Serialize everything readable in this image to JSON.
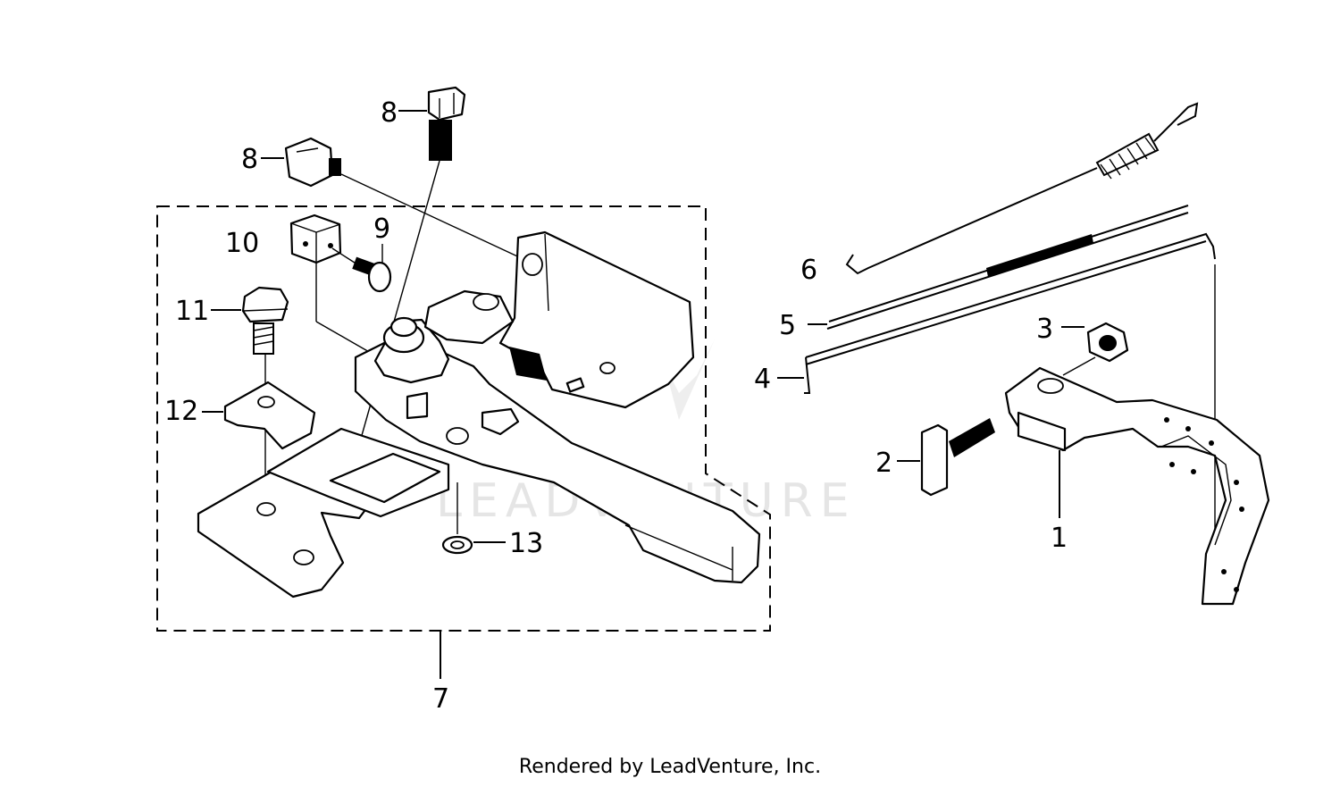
{
  "callouts": [
    "1",
    "2",
    "3",
    "4",
    "5",
    "6",
    "7",
    "8",
    "8",
    "9",
    "10",
    "11",
    "12",
    "13"
  ],
  "watermark": "LEADVENTURE",
  "footer": "Rendered by LeadVenture, Inc.",
  "colors": {
    "line": "#000000",
    "background": "#ffffff",
    "watermark": "#e3e3e3"
  }
}
